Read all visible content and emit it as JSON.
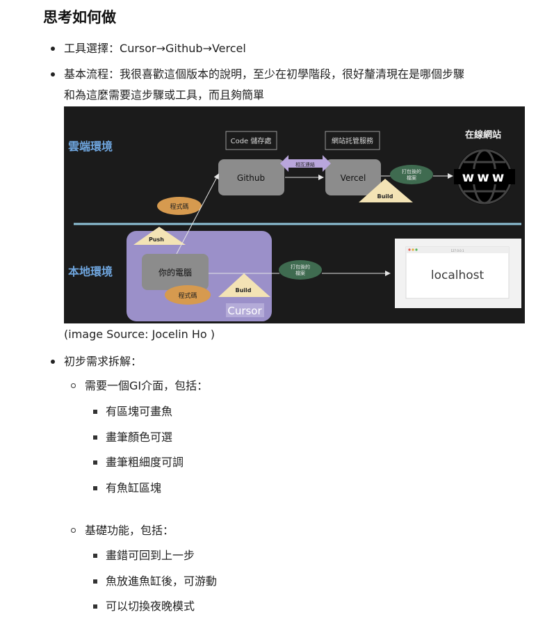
{
  "heading": "思考如何做",
  "bullets": {
    "tools_label": "工具選擇：",
    "tools_value": "Cursor→Github→Vercel",
    "flow_line1": "基本流程：我很喜歡這個版本的說明，至少在初學階段，很好釐清現在是哪個步驟",
    "flow_line2": "和為這麼需要這步驟或工具，而且夠簡單",
    "requirements": "初步需求拆解："
  },
  "diagram": {
    "cloud_label": "雲端環境",
    "local_label": "本地環境",
    "code_repo": "Code 儲存處",
    "hosting": "網站託管服務",
    "github": "Github",
    "vercel": "Vercel",
    "link": "相互連結",
    "packaged_cloud": [
      "打包後的",
      "檔案"
    ],
    "online_site": "在線網站",
    "www": "www",
    "code_pill_cloud": "程式碼",
    "push": "Push",
    "build_cloud": "Build",
    "my_computer": "你的電腦",
    "code_pill_local": "程式碼",
    "build_local": "Build",
    "cursor": "Cursor",
    "packaged_local": [
      "打包後的",
      "檔案"
    ],
    "localhost": "localhost",
    "mini_tab": "127.0.0.1"
  },
  "caption": "(image Source: Jocelin Ho )",
  "gui": {
    "title": "需要一個GI介面，包括：",
    "items": [
      "有區塊可畫魚",
      "畫筆顏色可選",
      "畫筆粗細度可調",
      "有魚缸區塊"
    ]
  },
  "basic": {
    "title": "基礎功能，包括：",
    "items": [
      "畫錯可回到上一步",
      "魚放進魚缸後，可游動",
      "可以切換夜晚模式"
    ]
  },
  "colors": {
    "diagram_bg": "#1b1b1b",
    "cloud_text": "#6fa6df",
    "divider": "#8fc3d8",
    "local_bg": "#9b90c9",
    "pill": "#d69a4f",
    "triangle": "#f3e3b5",
    "grey_box": "#8c8c8c",
    "packaged_green": "#3f6b50"
  }
}
